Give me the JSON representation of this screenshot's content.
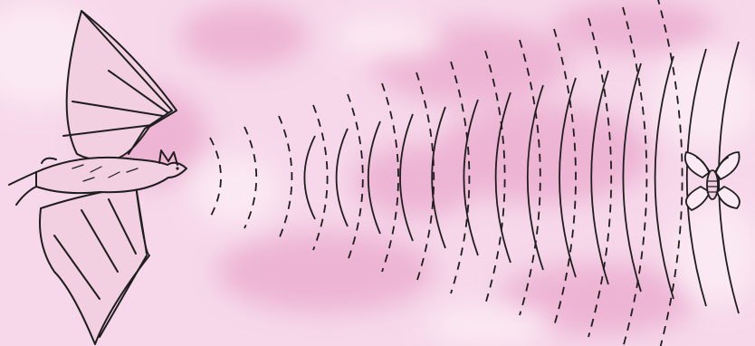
{
  "scene": {
    "subject_left": "bat",
    "subject_right": "moth",
    "outgoing_pulses": {
      "style": "dashed",
      "count": 14
    },
    "returning_echoes": {
      "style": "solid",
      "count": 14
    }
  },
  "colors": {
    "background_base": "#f6d8ea",
    "background_mottle": "#eaa9cd",
    "background_light": "#fbeaf3",
    "line": "#1e1e1e",
    "bat_fill": "#f2cfe1"
  }
}
